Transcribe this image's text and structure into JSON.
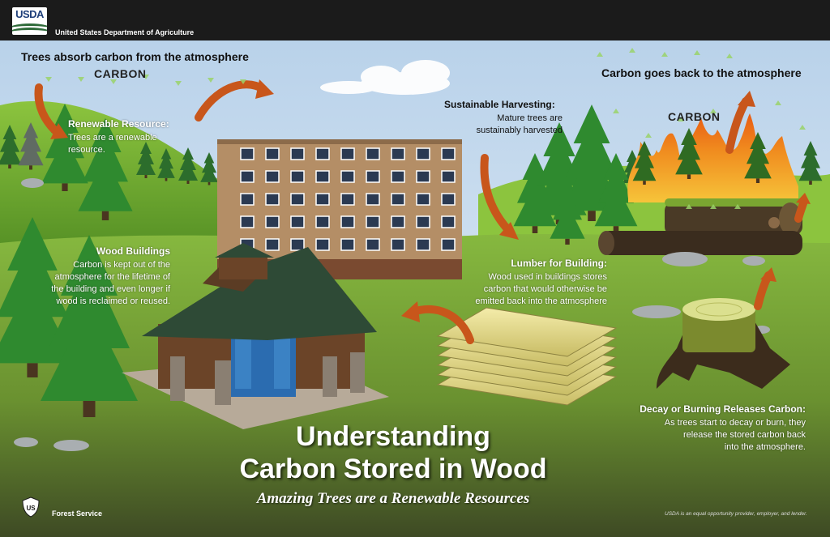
{
  "header": {
    "logo_text": "USDA",
    "department": "United States Department of Agriculture"
  },
  "carbon_word": "CARBON",
  "absorb": {
    "heading": "Trees absorb carbon from the atmosphere"
  },
  "back_to_atmosphere": {
    "heading": "Carbon goes back to the atmosphere"
  },
  "renewable": {
    "heading": "Renewable Resource:",
    "lines": [
      "Trees are a renewable",
      "resource."
    ]
  },
  "sustainable": {
    "heading": "Sustainable Harvesting:",
    "lines": [
      "Mature trees are",
      "sustainably harvested"
    ]
  },
  "wood_buildings": {
    "heading": "Wood Buildings",
    "lines": [
      "Carbon is kept out of the",
      "atmosphere for the lifetime of",
      "the building and even longer if",
      "wood is  reclaimed or reused."
    ]
  },
  "lumber": {
    "heading": "Lumber for Building:",
    "lines": [
      "Wood used in buildings stores",
      "carbon that would otherwise be",
      "emitted back into the atmosphere"
    ]
  },
  "decay": {
    "heading": "Decay or Burning Releases Carbon:",
    "lines": [
      "As trees start to decay or burn, they",
      "release the stored carbon back",
      "into the atmosphere."
    ]
  },
  "title": {
    "line1": "Understanding",
    "line2": "Carbon Stored in Wood",
    "subtitle": "Amazing Trees are a Renewable Resources"
  },
  "footer": {
    "agency": "Forest Service",
    "badge_text": "US",
    "eo_statement": "USDA is an equal opportunity provider, employer, and lender."
  },
  "colors": {
    "sky": "#cfe0f0",
    "grass_light": "#7fb43c",
    "grass_dark": "#3f6e1e",
    "tree": "#2f8a2f",
    "arrow": "#c8561b",
    "header": "#1b1b1b",
    "fire": "#f08a1e"
  }
}
